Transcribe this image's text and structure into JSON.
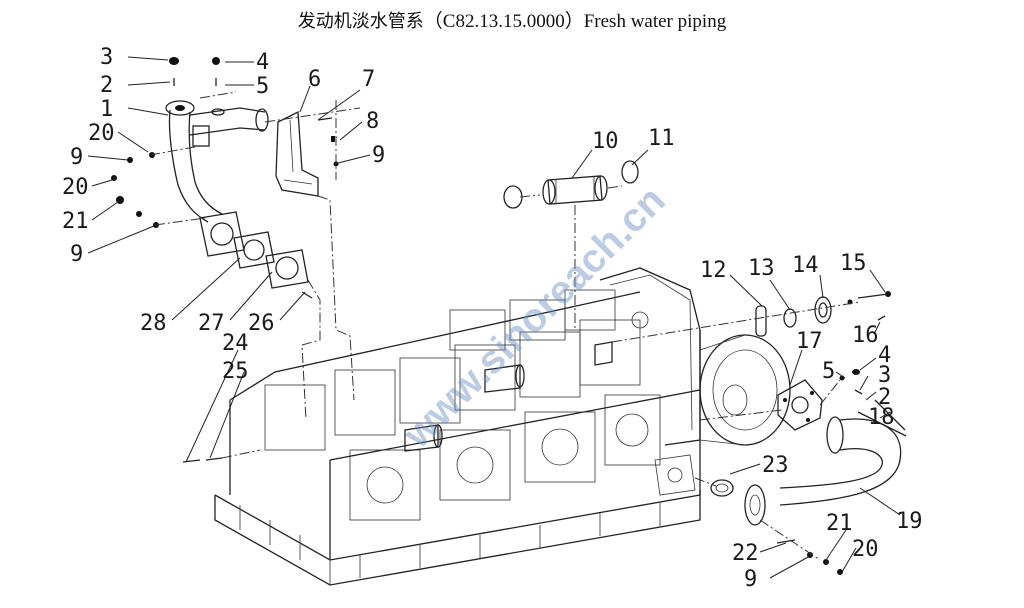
{
  "title": {
    "cn": "发动机淡水管系",
    "code": "（C82.13.15.0000）",
    "en": "Fresh water piping"
  },
  "watermark": "www.sinoreach.cn",
  "callouts": [
    "1",
    "2",
    "3",
    "4",
    "5",
    "6",
    "7",
    "8",
    "9",
    "10",
    "11",
    "12",
    "13",
    "14",
    "15",
    "16",
    "17",
    "18",
    "19",
    "20",
    "21",
    "22",
    "23",
    "24",
    "25",
    "26",
    "27",
    "28"
  ],
  "callout_labels": [
    "3",
    "2",
    "1",
    "20",
    "9",
    "20",
    "21",
    "9",
    "4",
    "5",
    "6",
    "7",
    "8",
    "9",
    "28",
    "27",
    "26",
    "10",
    "11",
    "12",
    "13",
    "14",
    "15",
    "16",
    "17",
    "4",
    "5",
    "3",
    "2",
    "18",
    "24",
    "25",
    "23",
    "19",
    "21",
    "22",
    "20",
    "9"
  ]
}
